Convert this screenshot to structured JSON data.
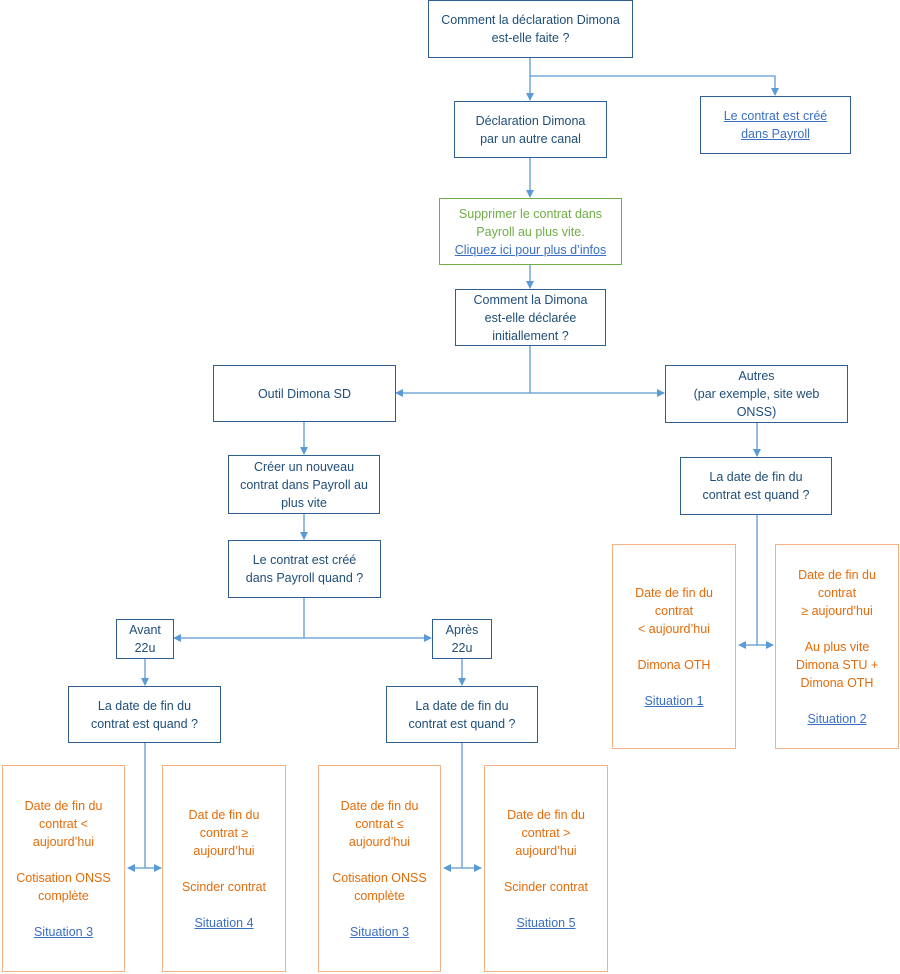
{
  "colors": {
    "connector": "#5b9bd5",
    "box_border": "#2f5f8f",
    "text": "#1f4e79",
    "green": "#70ad47",
    "orange": "#e46c0a",
    "link": "#3a6fc4"
  },
  "nodes": {
    "q_dimona": {
      "lines": [
        "Comment la déclaration Dimona",
        "est-elle faite ?"
      ]
    },
    "autre_canal": {
      "lines": [
        "Déclaration Dimona",
        "par un autre canal"
      ]
    },
    "payroll_link": {
      "link_lines": [
        "Le contrat est créé",
        "dans Payroll"
      ]
    },
    "supprimer": {
      "lines": [
        "Supprimer le contrat dans",
        "Payroll au plus vite."
      ],
      "link": "Cliquez ici pour plus d’infos"
    },
    "q_initial": {
      "lines": [
        "Comment la Dimona",
        "est-elle déclarée",
        "initiallement ?"
      ]
    },
    "outil_sd": {
      "lines": [
        "Outil Dimona SD"
      ]
    },
    "autres": {
      "lines": [
        "Autres",
        "(par exemple, site web",
        "ONSS)"
      ]
    },
    "creer": {
      "lines": [
        "Créer un nouveau",
        "contrat dans Payroll au",
        "plus vite"
      ]
    },
    "q_quand": {
      "lines": [
        "Le contrat est créé",
        "dans Payroll quand ?"
      ]
    },
    "avant": {
      "lines": [
        "Avant",
        "22u"
      ]
    },
    "apres": {
      "lines": [
        "Après",
        "22u"
      ]
    },
    "q_fin_left": {
      "lines": [
        "La date de fin du",
        "contrat est quand ?"
      ]
    },
    "q_fin_mid": {
      "lines": [
        "La date de fin du",
        "contrat est quand ?"
      ]
    },
    "q_fin_right": {
      "lines": [
        "La date de fin du",
        "contrat est quand ?"
      ]
    },
    "sit3a": {
      "lines": [
        "Date de fin du",
        "contrat <",
        "aujourd’hui"
      ],
      "lines2": [
        "Cotisation ONSS",
        "complète"
      ],
      "link": "Situation 3"
    },
    "sit4": {
      "lines": [
        "Dat de fin du",
        "contrat ≥",
        "aujourd’hui"
      ],
      "lines2": [
        "Scinder contrat"
      ],
      "link": "Situation 4"
    },
    "sit3b": {
      "lines": [
        "Date de fin du",
        "contrat ≤",
        "aujourd’hui"
      ],
      "lines2": [
        "Cotisation ONSS",
        "complète"
      ],
      "link": "Situation 3"
    },
    "sit5": {
      "lines": [
        "Date de fin du",
        "contrat >",
        "aujourd’hui"
      ],
      "lines2": [
        "Scinder contrat"
      ],
      "link": "Situation 5"
    },
    "sit1": {
      "lines": [
        "Date de fin du",
        "contrat",
        "< aujourd’hui"
      ],
      "lines2": [
        "Dimona OTH"
      ],
      "link": "Situation 1"
    },
    "sit2": {
      "lines": [
        "Date de fin du",
        "contrat",
        "≥ aujourd’hui"
      ],
      "lines2": [
        "Au plus vite",
        "Dimona STU +",
        "Dimona OTH"
      ],
      "link": "Situation 2"
    }
  }
}
